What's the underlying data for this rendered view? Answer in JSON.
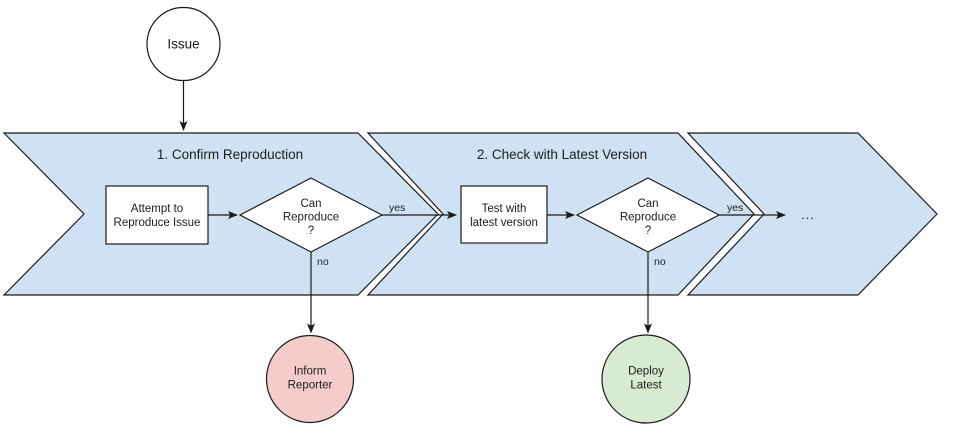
{
  "diagram": {
    "colors": {
      "band_fill": "#cfe2f3",
      "node_fill": "#ffffff",
      "inform_fill": "#f4cccc",
      "deploy_fill": "#d9ead3",
      "line": "#1a1a1a"
    },
    "start": {
      "label": "Issue"
    },
    "phases": [
      {
        "title": "1. Confirm Reproduction",
        "step": [
          "Attempt to",
          "Reproduce Issue"
        ],
        "decision": [
          "Can",
          "Reproduce",
          "?"
        ],
        "yes": "yes",
        "no": "no",
        "outcome": [
          "Inform",
          "Reporter"
        ]
      },
      {
        "title": "2. Check with Latest Version",
        "step": [
          "Test with",
          "latest version"
        ],
        "decision": [
          "Can",
          "Reproduce",
          "?"
        ],
        "yes": "yes",
        "no": "no",
        "outcome": [
          "Deploy",
          "Latest"
        ]
      }
    ],
    "continuation": {
      "label": "..."
    }
  }
}
